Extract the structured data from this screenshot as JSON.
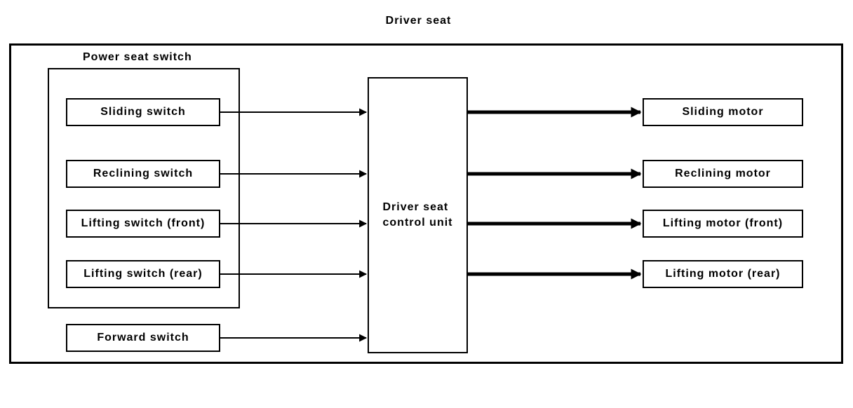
{
  "title": "Driver seat",
  "diagram": {
    "group_label": "Power seat switch",
    "switches": [
      {
        "label": "Sliding switch"
      },
      {
        "label": "Reclining switch"
      },
      {
        "label": "Lifting switch (front)"
      },
      {
        "label": "Lifting switch (rear)"
      }
    ],
    "forward_switch": {
      "label": "Forward switch"
    },
    "control_unit": {
      "line1": "Driver seat",
      "line2": "control unit"
    },
    "motors": [
      {
        "label": "Sliding motor"
      },
      {
        "label": "Reclining motor"
      },
      {
        "label": "Lifting motor (front)"
      },
      {
        "label": "Lifting motor (rear)"
      }
    ],
    "colors": {
      "line": "#000000",
      "background": "#ffffff"
    }
  }
}
